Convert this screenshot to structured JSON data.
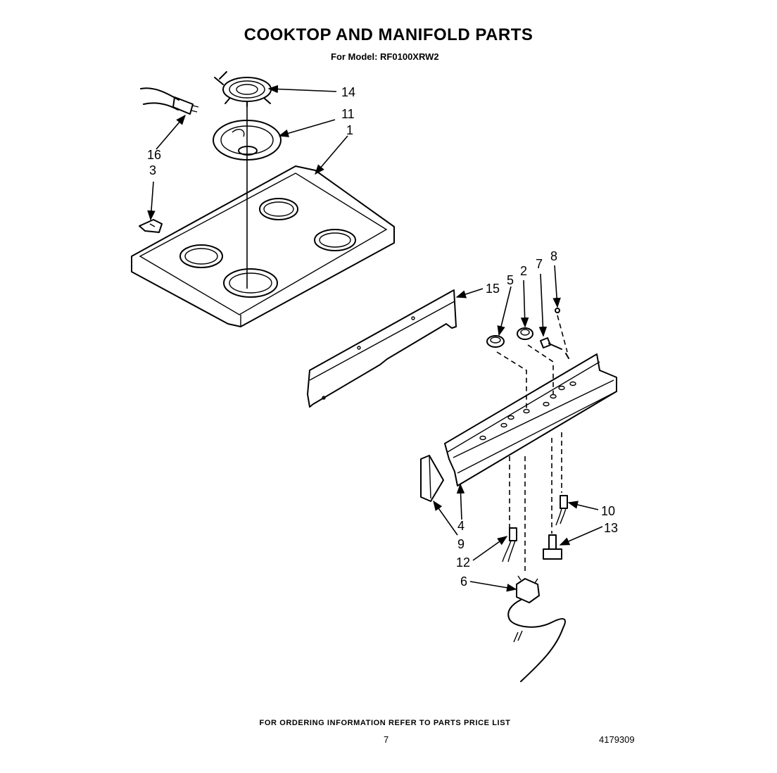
{
  "header": {
    "title": "COOKTOP AND MANIFOLD PARTS",
    "model": "For Model: RF0100XRW2"
  },
  "callouts": [
    {
      "id": "c14",
      "label": "14"
    },
    {
      "id": "c11",
      "label": "11"
    },
    {
      "id": "c1",
      "label": "1"
    },
    {
      "id": "c16",
      "label": "16"
    },
    {
      "id": "c3",
      "label": "3"
    },
    {
      "id": "c15",
      "label": "15"
    },
    {
      "id": "c5",
      "label": "5"
    },
    {
      "id": "c2",
      "label": "2"
    },
    {
      "id": "c7",
      "label": "7"
    },
    {
      "id": "c8",
      "label": "8"
    },
    {
      "id": "c10",
      "label": "10"
    },
    {
      "id": "c13",
      "label": "13"
    },
    {
      "id": "c4",
      "label": "4"
    },
    {
      "id": "c9",
      "label": "9"
    },
    {
      "id": "c12",
      "label": "12"
    },
    {
      "id": "c6",
      "label": "6"
    }
  ],
  "footer": {
    "ordering_note": "FOR ORDERING INFORMATION REFER TO PARTS PRICE LIST",
    "page_number": "7",
    "document_number": "4179309"
  }
}
